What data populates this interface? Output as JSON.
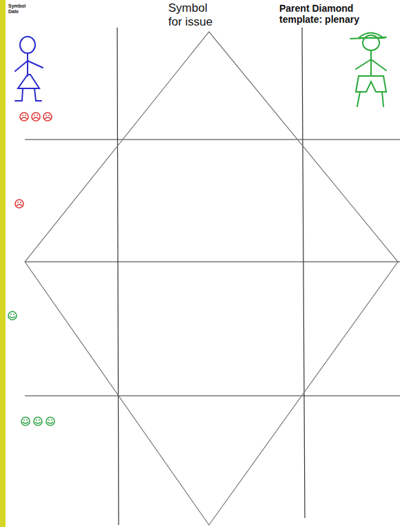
{
  "diagram": {
    "labels": [
      "Symbol Date",
      "Symbol for issue",
      "Parent Diamond template: plenary"
    ]
  }
}
